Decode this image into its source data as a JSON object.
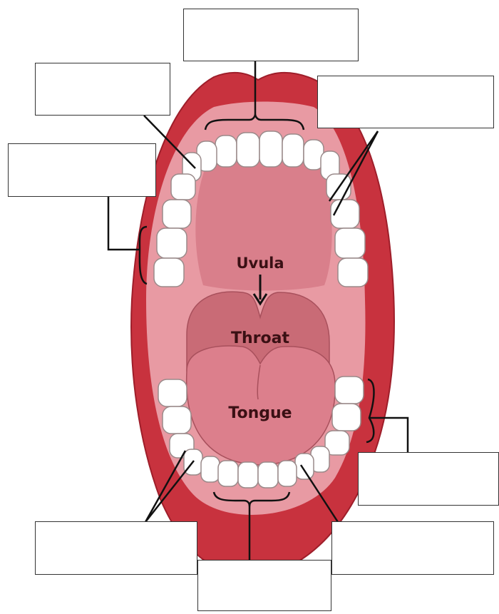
{
  "labels": {
    "uvula": "Uvula",
    "throat": "Throat",
    "tongue": "Tongue"
  },
  "answer_boxes": [
    "",
    "",
    "",
    "",
    "",
    "",
    "",
    ""
  ],
  "colors": {
    "lip": "#c8323e",
    "lip_dark": "#9e1e2a",
    "gum": "#e07a86",
    "mouth_interior": "#e89aa3",
    "palate": "#d97f8b",
    "throat": "#c96b76",
    "tongue": "#dc7f8c",
    "tooth": "#ffffff",
    "tooth_outline": "#9a8a8a",
    "line": "#111111"
  }
}
